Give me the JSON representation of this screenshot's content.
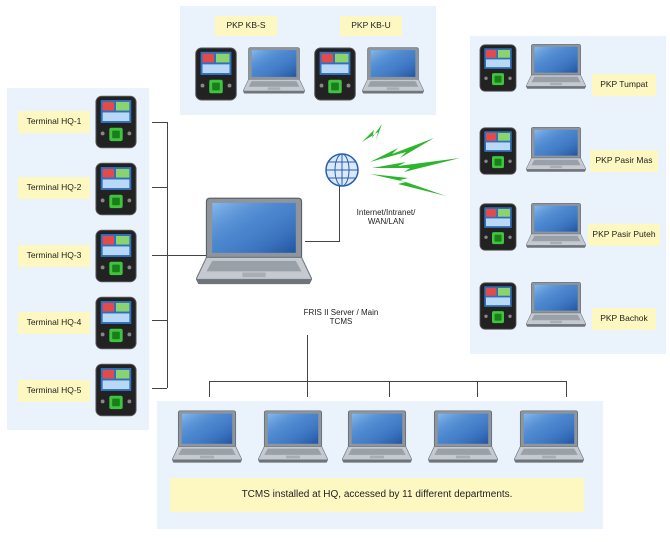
{
  "top_sites": [
    {
      "label": "PKP KB-S"
    },
    {
      "label": "PKP KB-U"
    }
  ],
  "right_sites": [
    {
      "label": "PKP Tumpat"
    },
    {
      "label": "PKP Pasir Mas"
    },
    {
      "label": "PKP Pasir Puteh"
    },
    {
      "label": "PKP Bachok"
    }
  ],
  "terminals": [
    {
      "label": "Terminal HQ-1"
    },
    {
      "label": "Terminal HQ-2"
    },
    {
      "label": "Terminal HQ-3"
    },
    {
      "label": "Terminal HQ-4"
    },
    {
      "label": "Terminal HQ-5"
    }
  ],
  "network": {
    "label_line1": "Internet/Intranet/",
    "label_line2": "WAN/LAN"
  },
  "server": {
    "label_line1": "FRIS II Server / Main",
    "label_line2": "TCMS"
  },
  "departments": {
    "caption": "TCMS installed at HQ, accessed by 11 different departments."
  },
  "colors": {
    "panel": "#eaf3fb",
    "label": "#fdf8c2",
    "signal": "#2db52d"
  }
}
